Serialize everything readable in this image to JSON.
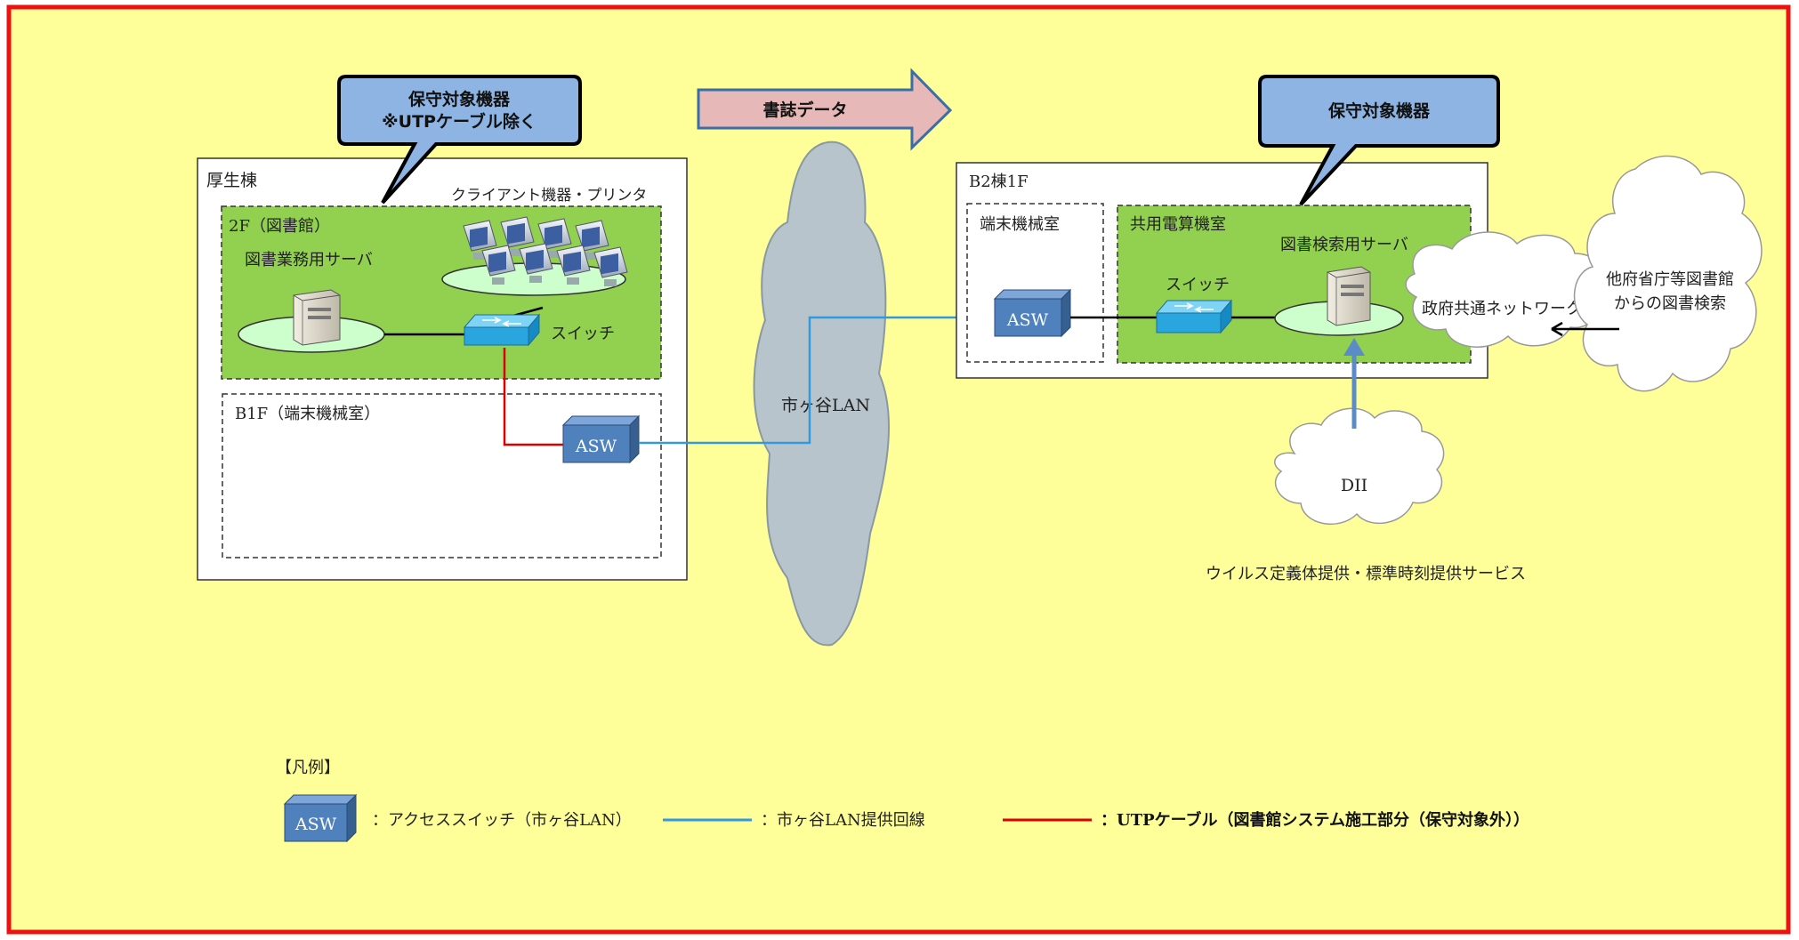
{
  "colors": {
    "background": "#ffff99",
    "frame_border": "#ee1111",
    "green_zone": "#92d050",
    "callout_fill": "#8db4e2",
    "asw_fill": "#4f81bd",
    "lan_line": "#3399dd",
    "utp_line": "#dd0000",
    "cloud_gray": "#b8c4cc",
    "arrow_fill": "#e6b8b7"
  },
  "callouts": {
    "left_line1": "保守対象機器",
    "left_line2": "※UTPケーブル除く",
    "right": "保守対象機器"
  },
  "arrow_label": "書誌データ",
  "left_building": {
    "title": "厚生棟",
    "floor2_label": "2F（図書館）",
    "clients_label": "クライアント機器・プリンタ",
    "server_label": "図書業務用サーバ",
    "switch_label": "スイッチ",
    "floor_b1_label": "B1F（端末機械室）",
    "asw_label": "ASW"
  },
  "center_cloud_label": "市ヶ谷LAN",
  "right_building": {
    "title": "B2棟1F",
    "terminal_room_label": "端末機械室",
    "asw_label": "ASW",
    "shared_room_label": "共用電算機室",
    "server_label": "図書検索用サーバ",
    "switch_label": "スイッチ"
  },
  "gov_network_label": "政府共通ネットワーク",
  "other_ministries_line1": "他府省庁等図書館",
  "other_ministries_line2": "からの図書検索",
  "dii_label": "DII",
  "dii_service_label": "ウイルス定義体提供・標準時刻提供サービス",
  "legend": {
    "title": "【凡例】",
    "asw_label": "ASW",
    "asw_desc": "：アクセススイッチ（市ヶ谷LAN）",
    "lan_desc": "：市ヶ谷LAN提供回線",
    "utp_desc": "：UTPケーブル（図書館システム施工部分（保守対象外））"
  }
}
